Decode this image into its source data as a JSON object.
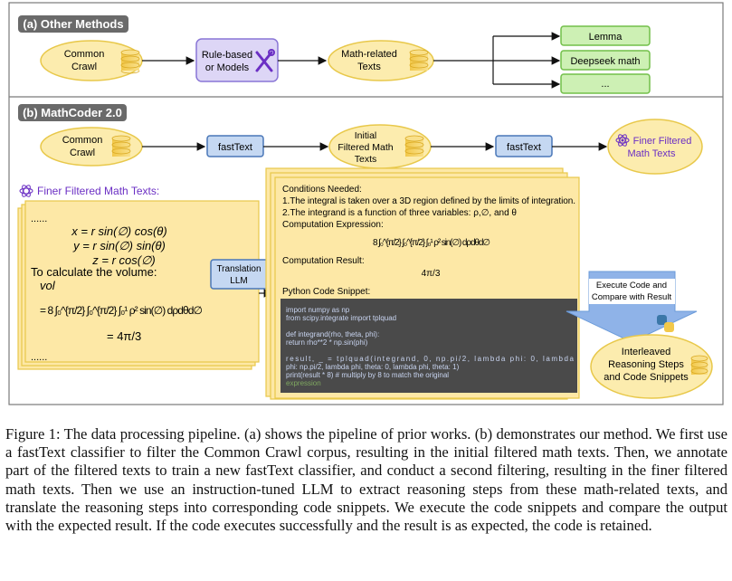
{
  "section_a": {
    "title": "(a) Other Methods",
    "common_crawl": [
      "Common",
      "Crawl"
    ],
    "rule_based": [
      "Rule-based",
      "or Models"
    ],
    "math_related": [
      "Math-related",
      "Texts"
    ],
    "outputs": [
      "Lemma",
      "Deepseek math",
      "..."
    ]
  },
  "section_b": {
    "title": "(b) MathCoder 2.0",
    "common_crawl": [
      "Common",
      "Crawl"
    ],
    "fasttext_1": "fastText",
    "initial_filtered": [
      "Initial",
      "Filtered Math",
      "Texts"
    ],
    "fasttext_2": "fastText",
    "finer_filtered": [
      "Finer Filtered",
      "Math Texts"
    ],
    "finer_label": "Finer Filtered Math Texts:",
    "translation_llm": [
      "Translation",
      "LLM"
    ],
    "execute": [
      "Execute Code and",
      "Compare with Result"
    ],
    "interleaved": [
      "Interleaved",
      "Reasoning Steps",
      "and Code Snippets"
    ]
  },
  "left_doc": {
    "dots_top": "......",
    "eq1": "x = r sin(∅) cos(θ)",
    "eq2": "y = r sin(∅) sin(θ)",
    "eq3": "z = r cos(∅)",
    "volume_text": "To calculate the volume:",
    "vol": "vol",
    "integral": "= 8 ∫₀^{π/2} ∫₀^{π/2} ∫₀¹ ρ² sin(∅) dρdθd∅",
    "result": "= 4π/3",
    "dots_bottom": "......"
  },
  "right_doc": {
    "conditions_title": "Conditions Needed:",
    "cond1": "1.The integral is taken over a 3D region defined by the limits of integration.",
    "cond2": "2.The integrand is a function of three variables: ρ,∅, and θ",
    "comp_expr": "Computation Expression:",
    "comp_expr_formula": "8 ∫₀^{π/2} ∫₀^{π/2} ∫₀¹ ρ² sin(∅) dρdθd∅",
    "comp_result": "Computation Result:",
    "comp_result_value": "4π/3",
    "code_title": "Python Code Snippet:",
    "code": [
      "import numpy as np",
      "from scipy.integrate import tplquad",
      "",
      "def integrand(rho, theta, phi):",
      "    return rho**2 * np.sin(phi)",
      "",
      "result, _ = tplquad(integrand, 0, np.pi/2, lambda phi: 0, lambda",
      "phi: np.pi/2, lambda phi, theta: 0, lambda phi, theta: 1)",
      "print(result * 8)  # multiply by 8 to match the original",
      "expression"
    ]
  },
  "caption": "Figure 1: The data processing pipeline. (a) shows the pipeline of prior works. (b) demonstrates our method. We first use a fastText classifier to filter the Common Crawl corpus, resulting in the initial filtered math texts. Then, we annotate part of the filtered texts to train a new fastText classifier, and conduct a second filtering, resulting in the finer filtered math texts. Then we use an instruction-tuned LLM to extract reasoning steps from these math-related texts, and translate the reasoning steps into corresponding code snippets. We execute the code snippets and compare the output with the expected result. If the code executes successfully and the result is as expected, the code is retained.",
  "colors": {
    "ellipse_fill": "#fcecae",
    "ellipse_stroke": "#e8c84a",
    "green_fill": "#cdf0b4",
    "green_stroke": "#72bf49",
    "blue_fill": "#c5d8f2",
    "blue_stroke": "#4a77b8",
    "purple_fill": "#ddd6f6",
    "purple_stroke": "#8a76d6",
    "doc_fill": "#fde8a6",
    "header_fill": "#6a6a6a",
    "code_bg": "#4a4a4a",
    "arrow_blue": "#6b9bd9"
  }
}
